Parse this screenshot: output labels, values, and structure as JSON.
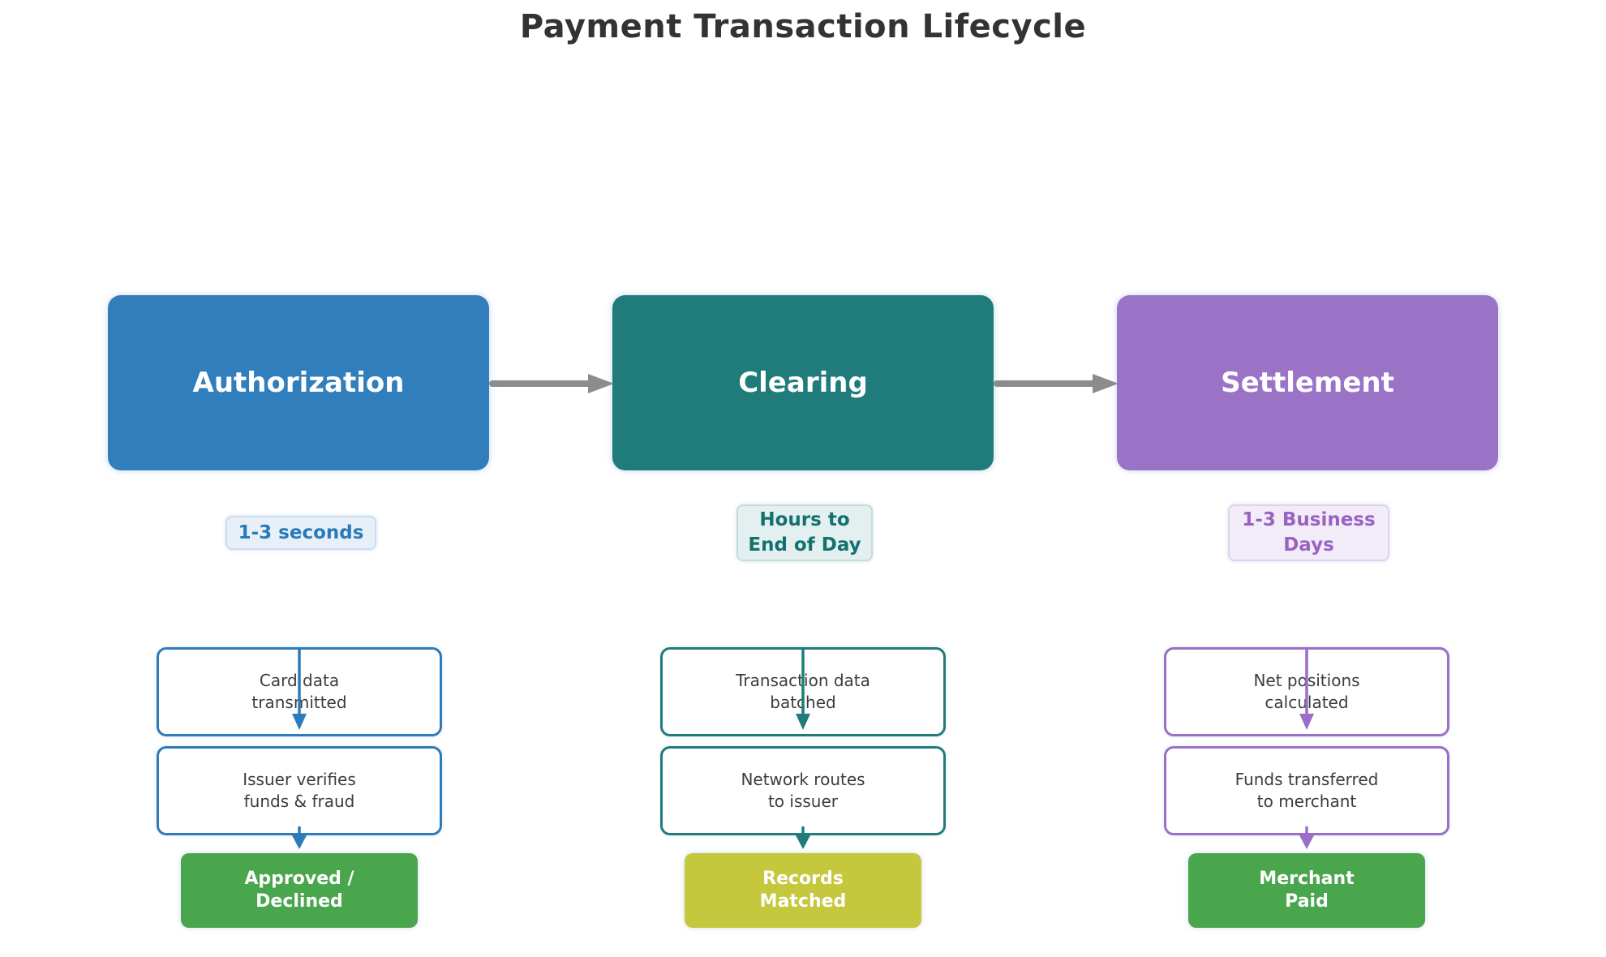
{
  "title": "Payment Transaction Lifecycle",
  "colors": {
    "authorization_blue": "#317ebc",
    "clearing_teal": "#1f7c7a",
    "settlement_purple": "#9a73c6",
    "outcome_green": "#4aa64d",
    "outcome_olive": "#c5c83c",
    "flow_arrow_gray": "#8c8c8c",
    "title_text": "#333333",
    "step_text": "#3d3d3d"
  },
  "stages": [
    {
      "name": "Authorization",
      "duration": {
        "line1": "1-3 seconds",
        "line2": ""
      },
      "steps": [
        {
          "line1": "Card data",
          "line2": "transmitted"
        },
        {
          "line1": "Issuer verifies",
          "line2": "funds & fraud"
        }
      ],
      "outcome": {
        "line1": "Approved /",
        "line2": "Declined"
      }
    },
    {
      "name": "Clearing",
      "duration": {
        "line1": "Hours to",
        "line2": "End of Day"
      },
      "steps": [
        {
          "line1": "Transaction data",
          "line2": "batched"
        },
        {
          "line1": "Network routes",
          "line2": "to issuer"
        }
      ],
      "outcome": {
        "line1": "Records",
        "line2": "Matched"
      }
    },
    {
      "name": "Settlement",
      "duration": {
        "line1": "1-3 Business",
        "line2": "Days"
      },
      "steps": [
        {
          "line1": "Net positions",
          "line2": "calculated"
        },
        {
          "line1": "Funds transferred",
          "line2": "to merchant"
        }
      ],
      "outcome": {
        "line1": "Merchant",
        "line2": "Paid"
      }
    }
  ]
}
